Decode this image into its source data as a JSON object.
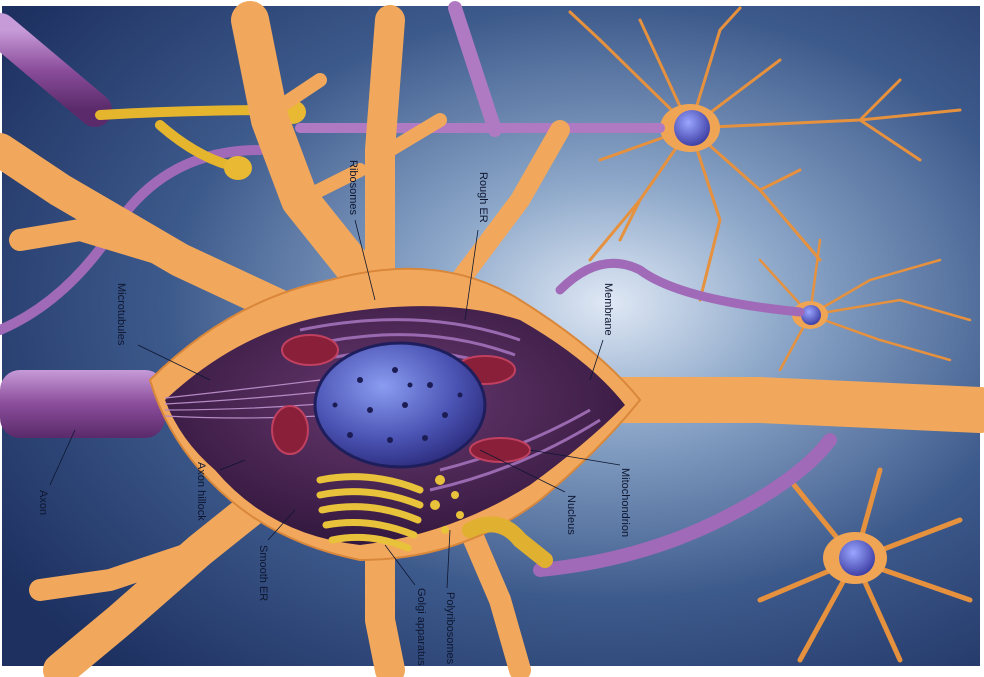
{
  "labels": {
    "ribosomes": "Ribosomes",
    "rough_er": "Rough ER",
    "membrane": "Membrane",
    "microtubules": "Microtubules",
    "axon_hillock": "Axon hillock",
    "axon": "Axon",
    "smooth_er": "Smooth ER",
    "golgi": "Golgi apparatus",
    "polyribosomes": "Polyribosomes",
    "nucleus": "Nucleus",
    "mitochondrion": "Mitochondrion"
  },
  "colors": {
    "background_top": "#5f7fa6",
    "background_bottom": "#1f3568",
    "cell_body": "#f2a85c",
    "cell_edge": "#d9873a",
    "cytoplasm": "#4a2552",
    "nucleus": "#4e58b8",
    "golgi": "#e8c23a",
    "mitochondrion": "#8a1f3a",
    "axon_sheath": "#9a5aa8",
    "synapse": "#e0b030"
  }
}
